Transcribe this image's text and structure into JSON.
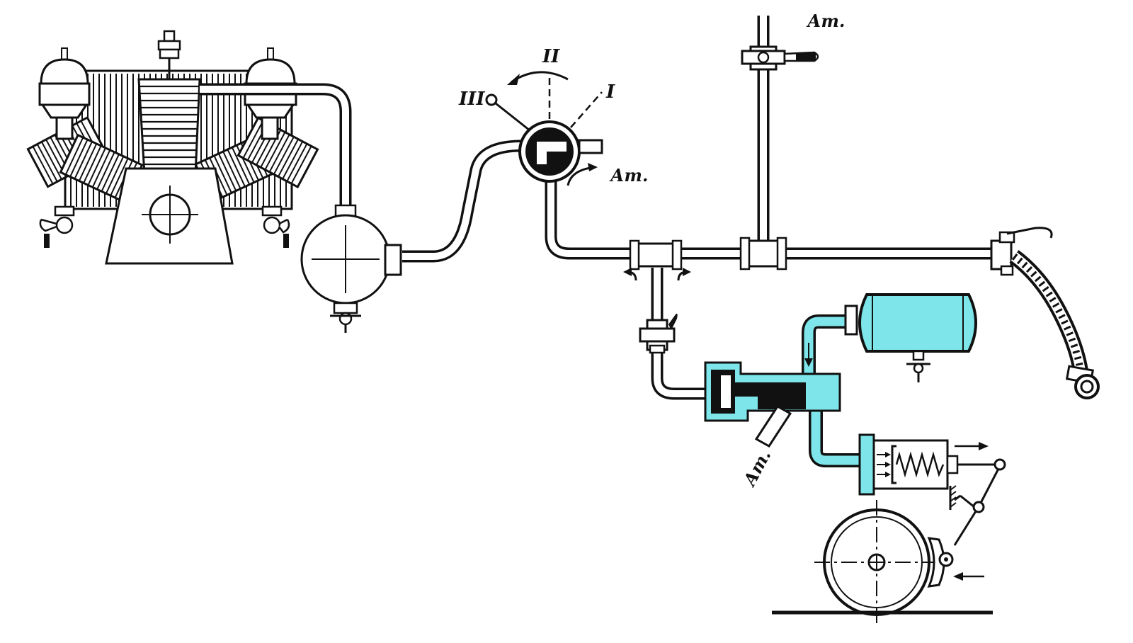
{
  "labels": {
    "atm_top": "Ат.",
    "atm_valve": "Ат.",
    "atm_relay": "Ат.",
    "pos_1": "I",
    "pos_2": "II",
    "pos_3": "III"
  },
  "colors": {
    "line": "#111111",
    "air_fill": "#7ee6ea",
    "background": "#ffffff"
  }
}
